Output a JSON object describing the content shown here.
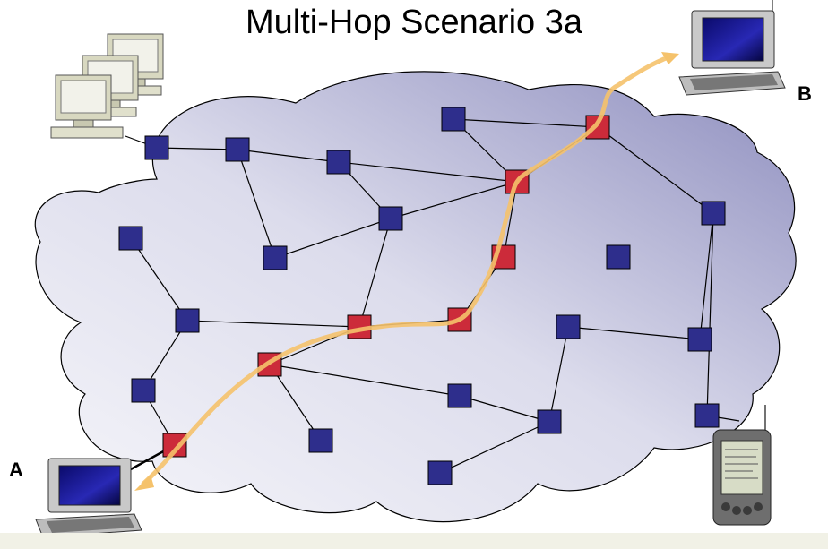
{
  "title": "Multi-Hop Scenario 3a",
  "endpoints": {
    "a": "A",
    "b": "B"
  },
  "colors": {
    "node": "#2e2e8c",
    "route_node": "#cc2b3a",
    "path": "#f5c26b",
    "cloud_light": "#f2f2f8",
    "cloud_dark": "#8b8bbd",
    "footer": "#f1f1e6"
  },
  "devices": [
    "laptop-icon",
    "laptop-icon",
    "desktop-computers-icon",
    "pda-icon"
  ],
  "network": {
    "nodes": [
      {
        "id": "n1",
        "route": false
      },
      {
        "id": "n2",
        "route": false
      },
      {
        "id": "n3",
        "route": false
      },
      {
        "id": "n4",
        "route": false
      },
      {
        "id": "n5",
        "route": true
      },
      {
        "id": "n6",
        "route": true
      },
      {
        "id": "n7",
        "route": false
      },
      {
        "id": "n8",
        "route": false
      },
      {
        "id": "n9",
        "route": false
      },
      {
        "id": "n10",
        "route": true
      },
      {
        "id": "n11",
        "route": false
      },
      {
        "id": "n12",
        "route": false
      },
      {
        "id": "n13",
        "route": false
      },
      {
        "id": "n14",
        "route": true
      },
      {
        "id": "n15",
        "route": true
      },
      {
        "id": "n16",
        "route": false
      },
      {
        "id": "n17",
        "route": false
      },
      {
        "id": "n18",
        "route": true
      },
      {
        "id": "n19",
        "route": false
      },
      {
        "id": "n20",
        "route": false
      },
      {
        "id": "n21",
        "route": false
      },
      {
        "id": "n22",
        "route": false
      },
      {
        "id": "n23",
        "route": false
      },
      {
        "id": "n24",
        "route": true
      },
      {
        "id": "n25",
        "route": false
      },
      {
        "id": "n26",
        "route": false
      }
    ],
    "links": [
      [
        "n1",
        "n2"
      ],
      [
        "n2",
        "n3"
      ],
      [
        "n3",
        "n5"
      ],
      [
        "n3",
        "n7"
      ],
      [
        "n2",
        "n9"
      ],
      [
        "n9",
        "n7"
      ],
      [
        "n7",
        "n5"
      ],
      [
        "n4",
        "n5"
      ],
      [
        "n5",
        "n6"
      ],
      [
        "n6",
        "n12"
      ],
      [
        "n8",
        "n11"
      ],
      [
        "n11",
        "n14"
      ],
      [
        "n7",
        "n14"
      ],
      [
        "n14",
        "n15"
      ],
      [
        "n14",
        "n18"
      ],
      [
        "n15",
        "n10"
      ],
      [
        "n10",
        "n5"
      ],
      [
        "n11",
        "n19"
      ],
      [
        "n19",
        "n24"
      ],
      [
        "n18",
        "n20"
      ],
      [
        "n18",
        "n21"
      ],
      [
        "n20",
        "n22"
      ],
      [
        "n22",
        "n23"
      ],
      [
        "n23",
        "n26"
      ],
      [
        "n22",
        "n16"
      ],
      [
        "n16",
        "n17"
      ],
      [
        "n17",
        "n12"
      ],
      [
        "n12",
        "n25"
      ],
      [
        "n4",
        "n6"
      ]
    ]
  }
}
